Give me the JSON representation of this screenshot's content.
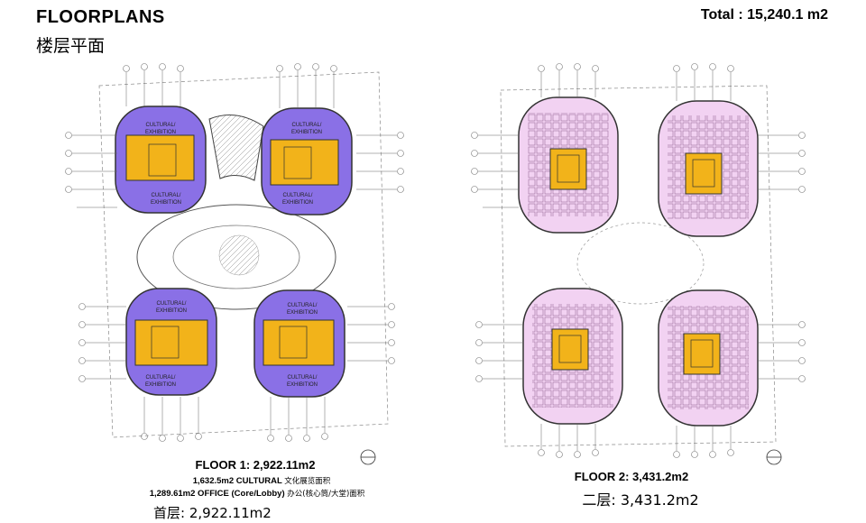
{
  "header": {
    "title": "FLOORPLANS",
    "subtitle": "楼层平面",
    "total": "Total : 15,240.1 m2"
  },
  "colors": {
    "cultural": "#8a70e6",
    "core": "#f2b31a",
    "office_floor2": "#f2d2f2",
    "linework": "#555555"
  },
  "floor1": {
    "heading": "FLOOR 1: 2,922.11m2",
    "line1": "1,632.5m2 CULTURAL",
    "line1_cn": "文化展览面积",
    "line2": "1,289.61m2 OFFICE (Core/Lobby)",
    "line2_cn": "办公(核心筒/大堂)面积",
    "cn_label": "首层:",
    "cn_area": "2,922.11m2",
    "zone_label_top": "CULTURAL/\nEXHIBITION",
    "zone_label_bottom": "CULTURAL/\nEXHIBITION"
  },
  "floor2": {
    "heading": "FLOOR 2: 3,431.2m2",
    "cn_label": "二层:",
    "cn_area": "3,431.2m2"
  }
}
